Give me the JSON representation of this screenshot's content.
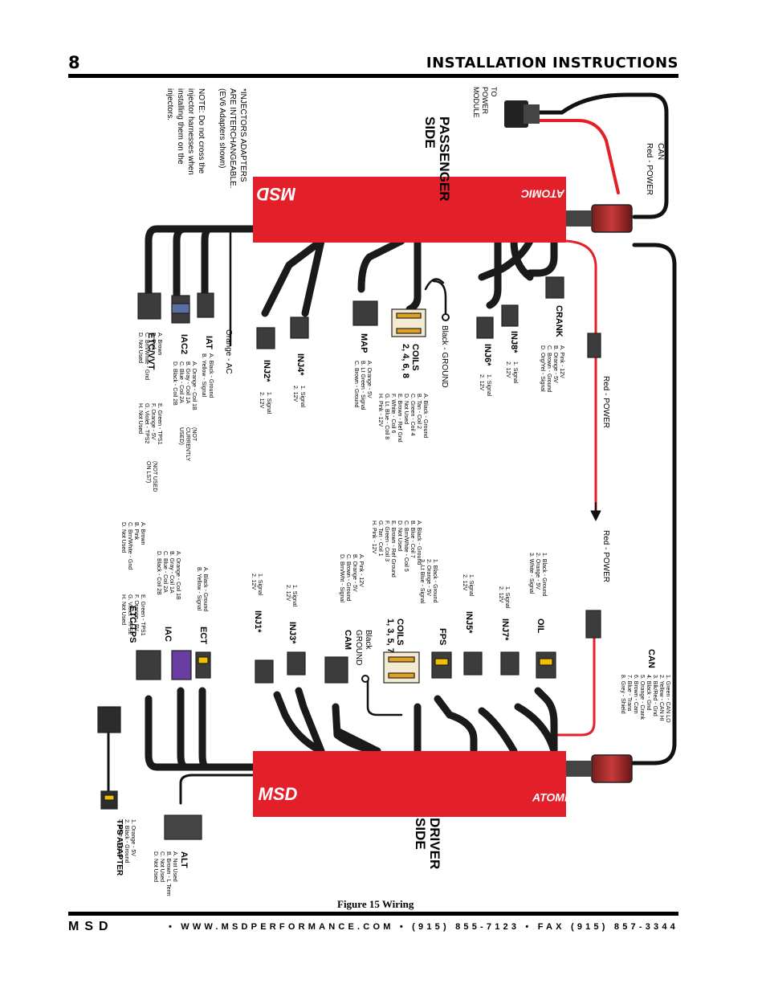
{
  "header": {
    "page_number": "8",
    "title": "INSTALLATION INSTRUCTIONS"
  },
  "caption": "Figure 15 Wiring",
  "footer": {
    "brand": "MSD",
    "contact": "• WWW.MSDPERFORMANCE.COM • (915) 855-7123 • FAX (915) 857-3344"
  },
  "modules": {
    "passenger": {
      "side": [
        "PASSENGER",
        "SIDE"
      ],
      "brand": "MSD",
      "product": "ATOMIC"
    },
    "driver": {
      "side": [
        "DRIVER",
        "SIDE"
      ],
      "brand": "MSD",
      "product": "ATOMIC"
    }
  },
  "note": {
    "lines": [
      "*INJECTORS ADAPTERS",
      "ARE INTERCHANGEABLE.",
      "(EV6 Adapters shown)",
      "",
      "NOTE: Do not cross the",
      "injector harnesses when",
      "installing them on the",
      "injectors."
    ]
  },
  "top": {
    "to_power_module": [
      "TO",
      "POWER",
      "MODULE"
    ],
    "can": "CAN",
    "red_power_top": "Red - POWER",
    "red_power_mid": "Red - POWER",
    "red_power_bottom": "Red - POWER",
    "crank": {
      "name": "CRANK",
      "pins": [
        "A. Pink - 12V",
        "B. Orange - 5V",
        "C. Brown - Ground",
        "D. Org/Yel - Signal"
      ]
    },
    "inj8": {
      "name": "INJ8*",
      "pins": [
        "1. Signal",
        "2. 12V"
      ]
    },
    "inj6": {
      "name": "INJ6*",
      "pins": [
        "1. Signal",
        "2. 12V"
      ]
    },
    "black_ground": "Black - GROUND",
    "coils_even": {
      "name": [
        "COILS",
        "2, 4, 6, 8"
      ],
      "pins": [
        "A. Black - Ground",
        "B. Tan - Coil 2",
        "C. Green - Coil 4",
        "D. Not Used",
        "E. Brown - Ref Gnd",
        "F. White - Coil 6",
        "G. Lt. Blue - Coil 8",
        "H. Pink - 12V"
      ]
    },
    "map": {
      "name": "MAP",
      "pins": [
        "A. Orange - 5V",
        "B. Lt Green - Signal",
        "C. Brown - Ground"
      ]
    },
    "inj4": {
      "name": "INJ4*",
      "pins": [
        "1. Signal",
        "2. 12V"
      ]
    },
    "inj2": {
      "name": "INJ2*",
      "pins": [
        "1. Signal",
        "2. 12V"
      ]
    },
    "orange_ac": "Orange - AC",
    "iat": {
      "name": "IAT",
      "pins": [
        "A. Black - Ground",
        "B. Yellow - Signal"
      ]
    },
    "iac2": {
      "name": "IAC2",
      "pins": [
        "A. Orange - Coil 1B",
        "B. Gray - Coil 1A",
        "C. Blue - Coil 2A",
        "D. Black - Coil 2B"
      ],
      "note": [
        "(NOT",
        "CURRENTLY",
        "USED)"
      ]
    },
    "etc_vvt": {
      "name": "ETC/VVT",
      "pins": [
        "A. Brown",
        "B. Pink",
        "C. Brn/White - Gnd",
        "D. Not Used"
      ],
      "pins2": [
        "E. Green - TPS1",
        "F. Orange - 5V",
        "G. Violet - TPS2",
        "H. Not Used"
      ],
      "note": [
        "(NOT USED",
        "ON LS7)"
      ]
    }
  },
  "bottom": {
    "oil": {
      "name": "OIL",
      "pins": [
        "1. Black - Ground",
        "2. Orange - 5V",
        "3. White - Signal"
      ]
    },
    "inj7": {
      "name": "INJ7*",
      "pins": [
        "1. Signal",
        "2. 12V"
      ]
    },
    "inj5": {
      "name": "INJ5*",
      "pins": [
        "1. Signal",
        "2. 12V"
      ]
    },
    "fps": {
      "name": "FPS",
      "pins": [
        "1. Black - Ground",
        "2. Orange - 5V",
        "3. Lt Blue - Signal"
      ]
    },
    "coils_odd": {
      "name": [
        "COILS",
        "1, 3, 5, 7"
      ],
      "pins": [
        "A. Black - Ground",
        "B. Blue - Coil 7",
        "C. Brn/White - Coil 5",
        "D. Not Used",
        "E. Brown - Ref Ground",
        "F. Green - Coil 3",
        "G. Tan - Coil 1",
        "H. Pink - 12V"
      ]
    },
    "cam": {
      "name": "CAM",
      "pins": [
        "A. Pink - 12V",
        "B. Orange - 5V",
        "C. Brown - Ground",
        "D. Brn/Wht - Signal"
      ]
    },
    "black_ground": [
      "Black",
      "GROUND"
    ],
    "inj3": {
      "name": "INJ3*",
      "pins": [
        "1. Signal",
        "2. 12V"
      ]
    },
    "inj1": {
      "name": "INJ1*",
      "pins": [
        "1. Signal",
        "2. 12V"
      ]
    },
    "ect": {
      "name": "ECT",
      "pins": [
        "A. Black - Ground",
        "B. Yellow - Signal"
      ]
    },
    "iac": {
      "name": "IAC",
      "pins": [
        "A. Orange - Coil 1B",
        "B. Gray - Coil 1A",
        "C. Blue - Coil 2A",
        "D. Black - Coil 2B"
      ]
    },
    "etc_tps": {
      "name": "ETC/TPS",
      "pins": [
        "A. Brown",
        "B. Pink",
        "C. Brn/White - Gnd",
        "D. Not Used"
      ],
      "pins2": [
        "E. Green - TPS1",
        "F. Orange - 5V",
        "G. Violet - TPS2",
        "H. Not Used"
      ]
    },
    "can": {
      "name": "CAN",
      "pins": [
        "1. Green - CAN LO",
        "2. Yellow - CAN HI",
        "3. Blk/Red - Gnd",
        "4. Black - Gnd",
        "5. Orange - Crank",
        "6. Brown - Cam",
        "7. Blue - Trans",
        "8. Grey - Shield"
      ]
    },
    "alt": {
      "name": "ALT",
      "pins": [
        "A. Not Used",
        "B. Brown - L Term",
        "C. Not Used",
        "D. Not Used"
      ]
    },
    "tps_adapter": {
      "name": "TPS ADAPTER",
      "pins": [
        "1. Orange - 5V",
        "2. Black - Ground",
        "3. Blue - Signal"
      ]
    }
  },
  "colors": {
    "module_red": "#e3202a",
    "wire_red": "#e3202a",
    "harness": "#1a1a1a"
  }
}
